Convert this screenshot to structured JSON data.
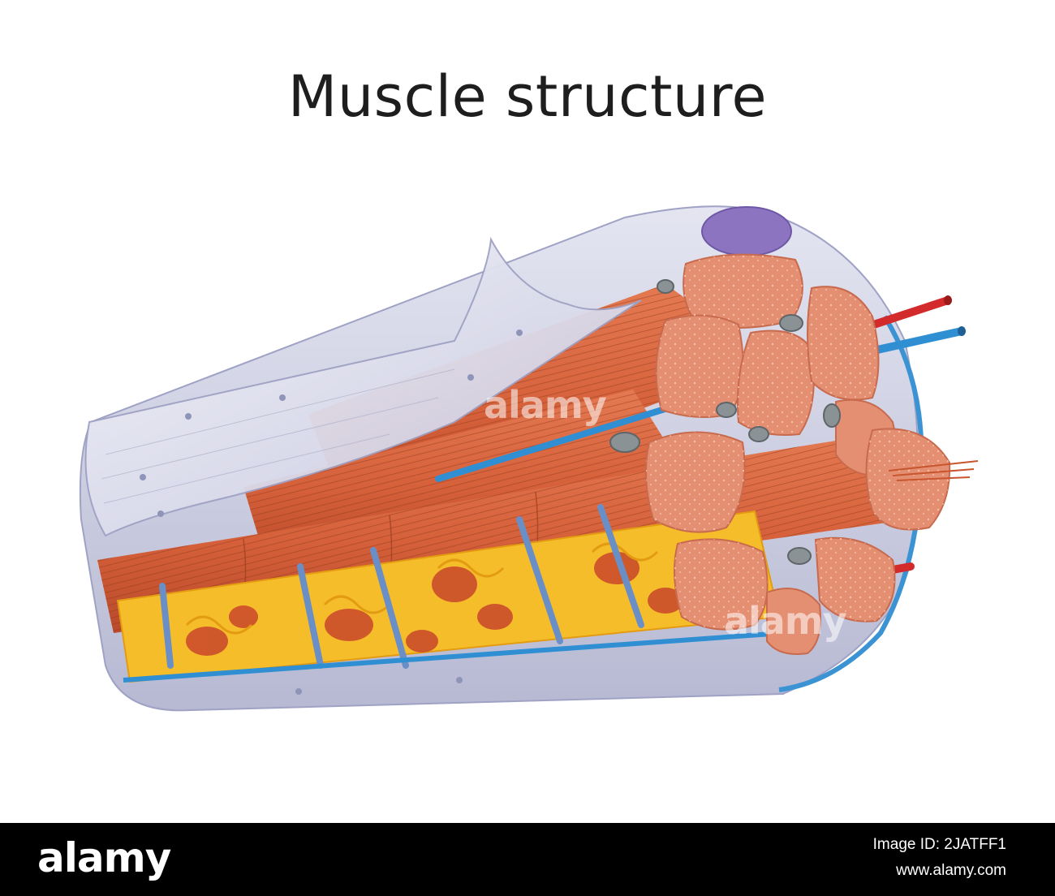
{
  "title": "Muscle structure",
  "watermark": "alamy",
  "footer": {
    "logo": "alamy",
    "image_id": "Image ID: 2JATFF1",
    "url": "www.alamy.com"
  },
  "colors": {
    "background": "#ffffff",
    "fiber": "#d9663f",
    "fiber_section": "#e48f72",
    "reticulum": "#f6bd2b",
    "artery": "#d32b2b",
    "vein": "#2f8fd2",
    "sheath": "#c9cbe0",
    "footer": "#000000"
  }
}
